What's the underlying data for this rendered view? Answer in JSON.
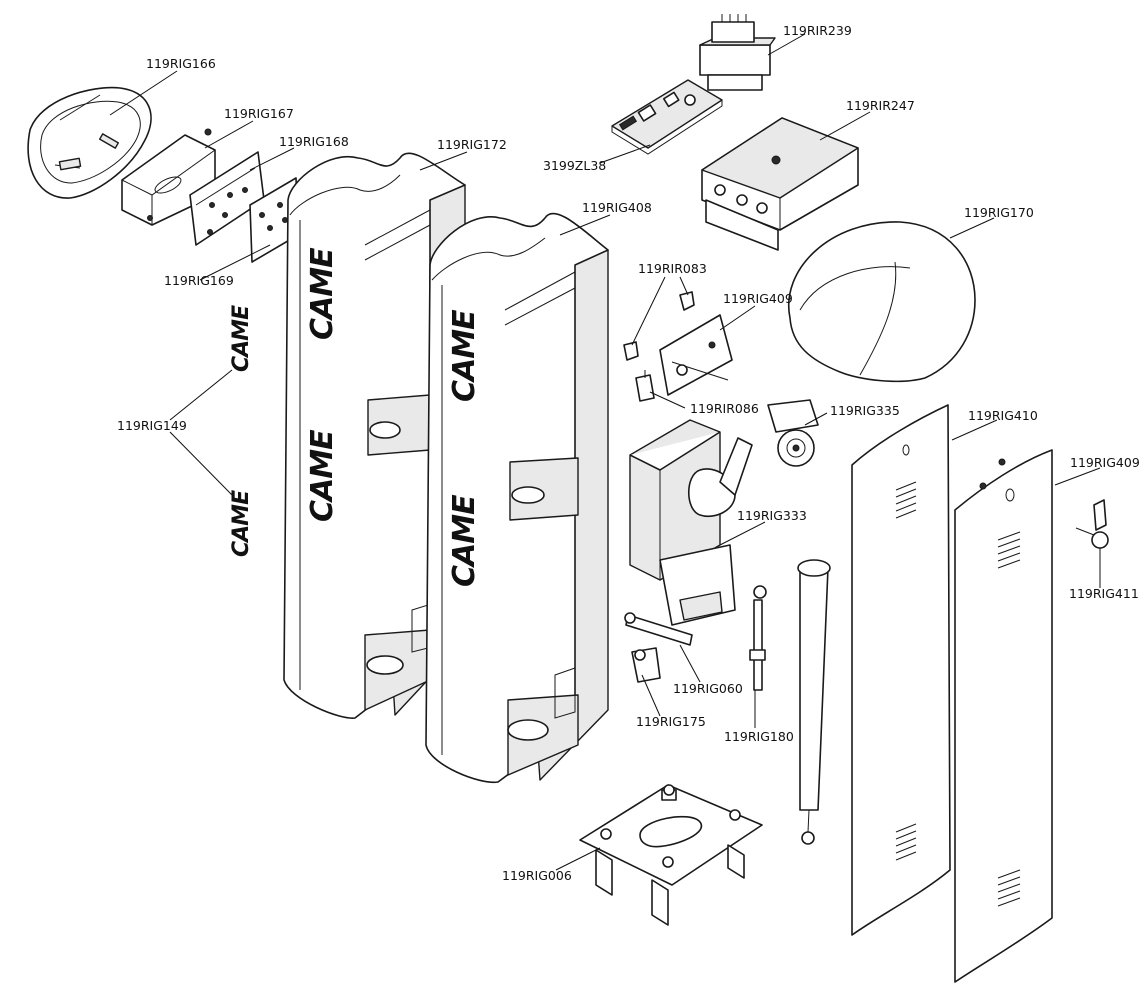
{
  "brand": "CAME",
  "labels": {
    "p166": "119RIG166",
    "p167": "119RIG167",
    "p168": "119RIG168",
    "p169": "119RIG169",
    "p172": "119RIG172",
    "p149": "119RIG149",
    "p408": "119RIG408",
    "p239": "119RIR239",
    "pzl38": "3199ZL38",
    "p247": "119RIR247",
    "p170": "119RIG170",
    "p083": "119RIR083",
    "p409a": "119RIG409",
    "p086": "119RIR086",
    "p335": "119RIG335",
    "p410": "119RIG410",
    "p409b": "119RIG409",
    "p333": "119RIG333",
    "p411": "119RIG411",
    "p060": "119RIG060",
    "p175": "119RIG175",
    "p180": "119RIG180",
    "p006": "119RIG006"
  }
}
